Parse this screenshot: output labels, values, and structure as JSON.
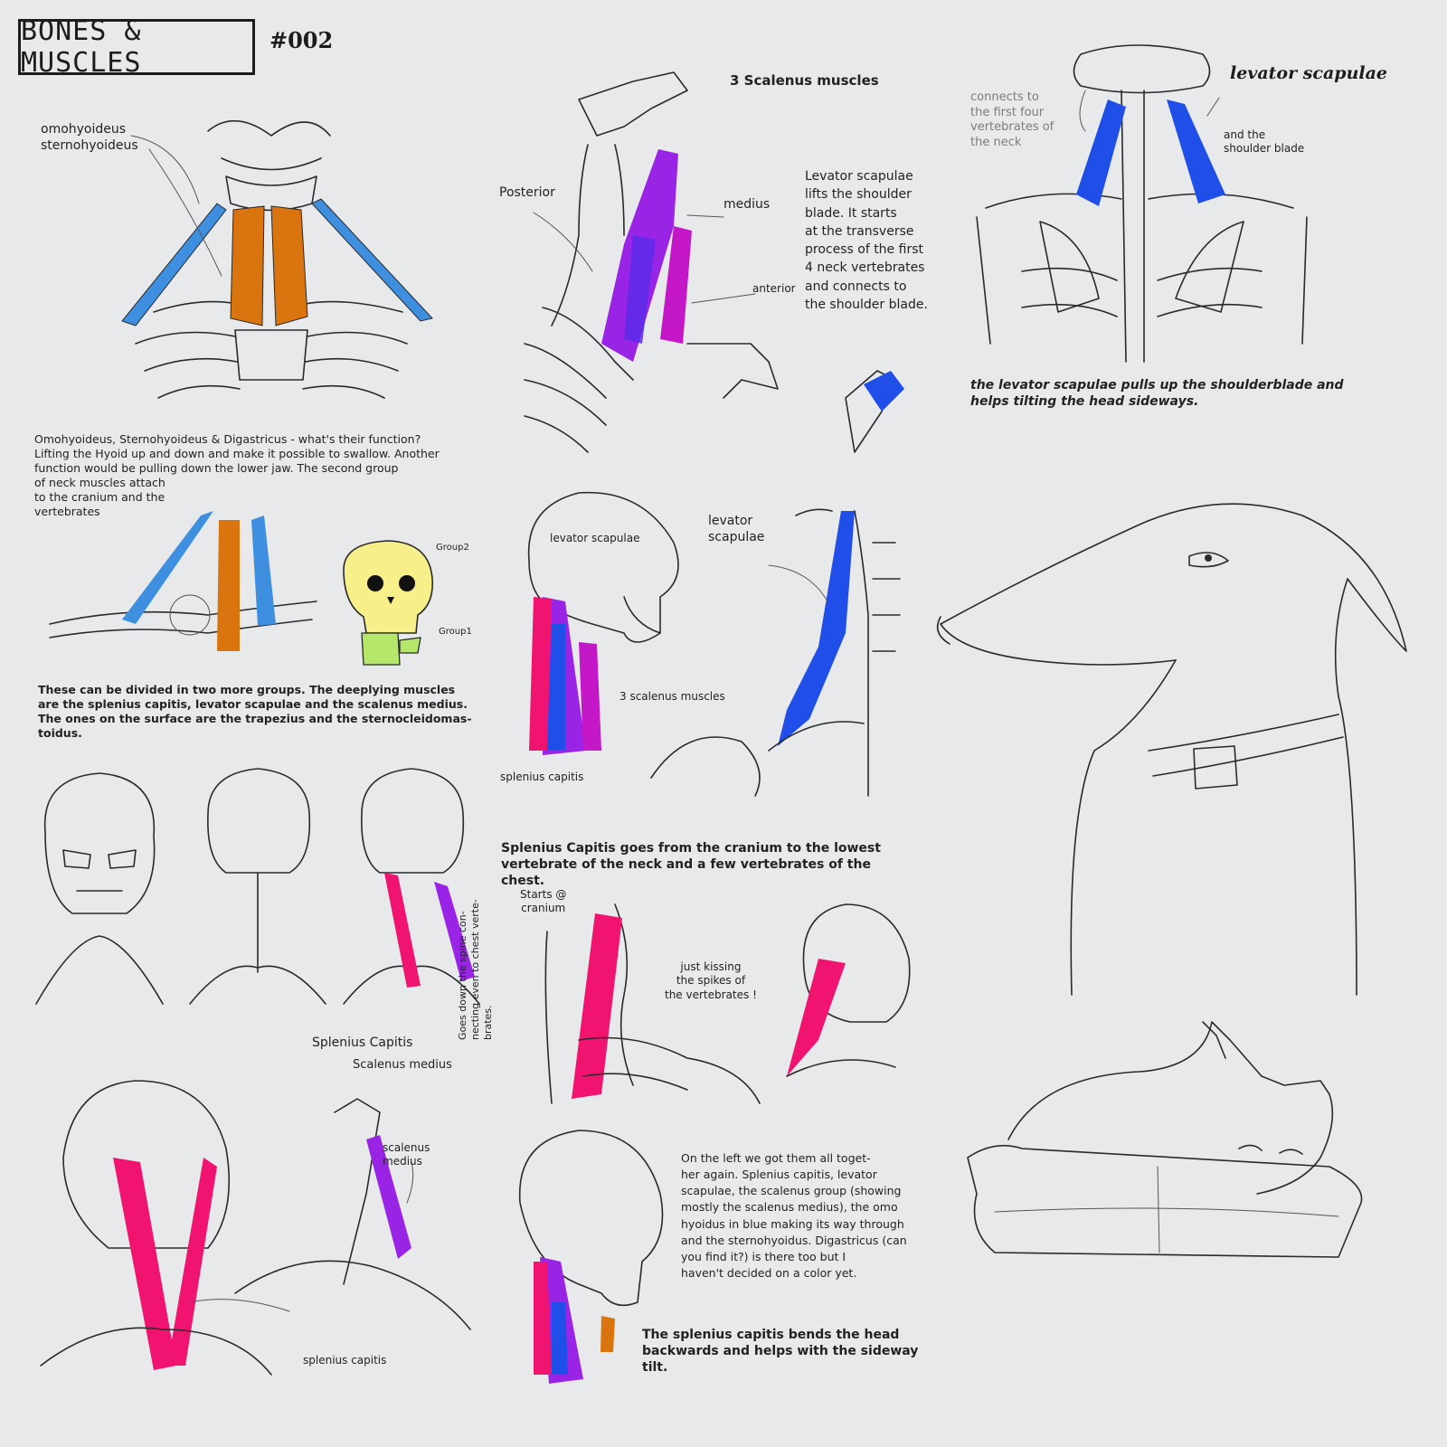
{
  "header": {
    "title": "BONES & MUSCLES",
    "issue": "#002"
  },
  "colors": {
    "background": "#e8e9eb",
    "omohyoideus_blue": "#3f8fe0",
    "sternohyoideus_orange": "#d9740f",
    "scalenus_purple": "#9a24e6",
    "levator_blue": "#1f4fe8",
    "splenius_pink": "#f0136f",
    "skull_yellow": "#f6ef8a",
    "skull_green": "#b5e86a"
  },
  "notes": {
    "omo_label": "omohyoideus\nsternohyoideus",
    "function_text": "Omohyoideus, Sternohyoideus & Digastricus - what's their function?\nLifting the Hyoid up and down and make it possible to swallow. Another\nfunction would be pulling down the lower jaw. The second group\nof neck muscles attach\nto the cranium and the\nvertebrates",
    "group2": "Group2",
    "group1": "Group1",
    "groups_text": "These can be divided in two more groups. The deeplying muscles\nare the splenius capitis, levator scapulae and the scalenus medius.\nThe ones on the surface are the trapezius and the sternocleidomas-\ntoidus.",
    "scalenus_title": "3 Scalenus muscles",
    "posterior": "Posterior",
    "medius": "medius",
    "anterior": "anterior",
    "levator_text": "Levator scapulae\nlifts the shoulder\nblade. It starts\nat the transverse\nprocess of the first\n4 neck vertebrates\nand connects to\nthe shoulder blade.",
    "levator_title": "levator scapulae",
    "connects_text": "connects to\nthe first four\nvertebrates of\nthe neck",
    "and_the": "and the\nshoulder blade",
    "levator_pulls": "the levator scapulae pulls up the shoulderblade and\nhelps tilting the head sideways.",
    "levator_small": "levator scapulae",
    "levator_side": "levator\nscapulae",
    "three_scalenus": "3 scalenus muscles",
    "splenius_small": "splenius capitis",
    "splenius_label": "Splenius Capitis",
    "scalenus_medius_label": "Scalenus medius",
    "splenius_text": "Splenius Capitis goes from the cranium to the lowest\nvertebrate of the neck and a few vertebrates of the chest.",
    "starts": "Starts @\ncranium",
    "goes_down": "Goes down the spine con-\nnecting even to chest verte-\nbrates.",
    "kissing": "just kissing\nthe spikes of\nthe vertebrates !",
    "scalenus_medius_lower": "scalenus\nmedius",
    "splenius_bottom": "splenius capitis",
    "on_the_left": "On the left we got them all toget-\nher again. Splenius capitis, levator\nscapulae, the scalenus group (showing\nmostly the scalenus medius), the omo\nhyoidus in blue making its way through\nand the sternohyoidus. Digastricus (can\nyou find it?) is there too but I\nhaven't decided on a color yet.",
    "splenius_bends": "The splenius capitis bends the head\nbackwards and helps with the sideway\ntilt."
  }
}
